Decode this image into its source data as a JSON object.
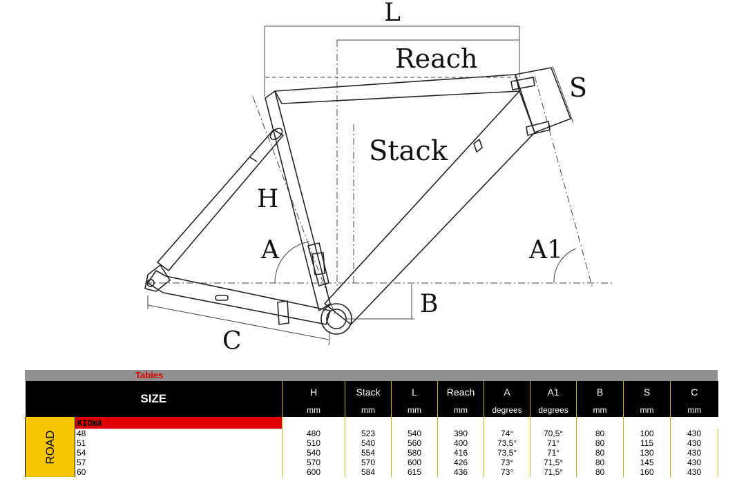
{
  "diagram": {
    "labels": {
      "L": "L",
      "reach": "Reach",
      "S": "S",
      "stack": "Stack",
      "H": "H",
      "A": "A",
      "A1": "A1",
      "B": "B",
      "C": "C"
    }
  },
  "table": {
    "caption": "Tables",
    "size_header": "SIZE",
    "columns": [
      {
        "label": "H",
        "unit": "mm"
      },
      {
        "label": "Stack",
        "unit": "mm"
      },
      {
        "label": "L",
        "unit": "mm"
      },
      {
        "label": "Reach",
        "unit": "mm"
      },
      {
        "label": "A",
        "unit": "degrees"
      },
      {
        "label": "A1",
        "unit": "degrees"
      },
      {
        "label": "B",
        "unit": "mm"
      },
      {
        "label": "S",
        "unit": "mm"
      },
      {
        "label": "C",
        "unit": "mm"
      }
    ],
    "category": "ROAD",
    "model": "KIOWA",
    "rows": [
      {
        "size": "48",
        "values": [
          "480",
          "523",
          "540",
          "390",
          "74°",
          "70,5°",
          "80",
          "100",
          "430"
        ]
      },
      {
        "size": "51",
        "values": [
          "510",
          "540",
          "560",
          "400",
          "73,5°",
          "71°",
          "80",
          "115",
          "430"
        ]
      },
      {
        "size": "54",
        "values": [
          "540",
          "554",
          "580",
          "416",
          "73,5°",
          "71°",
          "80",
          "130",
          "430"
        ]
      },
      {
        "size": "57",
        "values": [
          "570",
          "570",
          "600",
          "426",
          "73°",
          "71,5°",
          "80",
          "145",
          "430"
        ]
      },
      {
        "size": "60",
        "values": [
          "600",
          "584",
          "615",
          "436",
          "73°",
          "71,5°",
          "80",
          "160",
          "430"
        ]
      }
    ]
  }
}
